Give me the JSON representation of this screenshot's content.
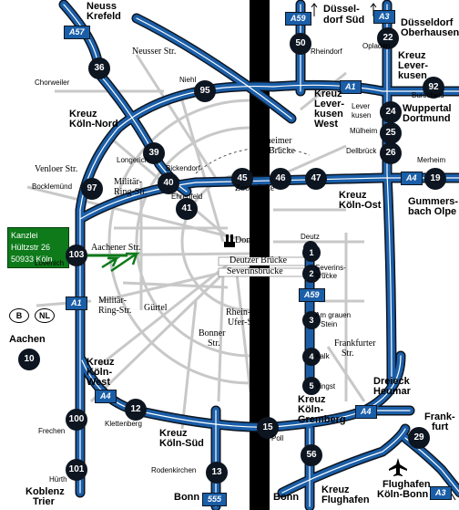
{
  "office": {
    "line1": "Kanzlei",
    "line2": "Hültzstr 26",
    "line3": "50933 Köln"
  },
  "road_shields": {
    "a57": "A57",
    "a59_top": "A59",
    "a3_top": "A3",
    "a1_top": "A1",
    "a4_east": "A4",
    "a1_west": "A1",
    "a4_south": "A4",
    "a59_mid": "A59",
    "a4_se": "A4",
    "a555": "555",
    "a3_bottom": "A3"
  },
  "exits": {
    "e36": "36",
    "e95": "95",
    "e97": "97",
    "e39": "39",
    "e40": "40",
    "e41": "41",
    "e45": "45",
    "e46": "46",
    "e47": "47",
    "e103": "103",
    "e10": "10",
    "e12": "12",
    "e100": "100",
    "e101": "101",
    "e13": "13",
    "e15": "15",
    "e56": "56",
    "e50": "50",
    "e22": "22",
    "e92": "92",
    "e24": "24",
    "e25": "25",
    "e26": "26",
    "e19": "19",
    "e29": "29",
    "s1": "1",
    "s2": "2",
    "s3": "3",
    "s4": "4",
    "s5": "5"
  },
  "borders": {
    "b": "B",
    "nl": "NL"
  },
  "labels": {
    "neuss": "Neuss",
    "krefeld": "Krefeld",
    "dus1": "Düssel-",
    "dus2": "dorf Süd",
    "dob1": "Düsseldorf",
    "dob2": "Oberhausen",
    "neusser_str": "Neusser Str.",
    "rheindorf": "Rheindorf",
    "opladen": "Opladen",
    "chorweiler": "Chorweiler",
    "niehl": "Niehl",
    "kkn1": "Kreuz",
    "kkn2": "Köln-Nord",
    "klw1": "Kreuz",
    "klw2": "Lever-",
    "klw3": "kusen",
    "klw4": "West",
    "kl1": "Kreuz",
    "kl2": "Lever-",
    "kl3": "kusen",
    "burscheid": "Burscheid",
    "wup1": "Wuppertal",
    "wup2": "Dortmund",
    "lev1": "Lever",
    "lev2": "kusen",
    "mulheim": "Mülheim",
    "dellbruck": "Dellbrück",
    "longerich": "Longerich",
    "bickendorf": "Bickendorf",
    "venloer": "Venloer Str.",
    "bocklemund": "Bocklemünd",
    "militar1": "Militär-",
    "militar2": "Ring-Str.",
    "ehrenfeld": "Ehrenfeld",
    "mhb1": "Mülheimer",
    "mhb2": "Brücke",
    "zoobrucke": "Zoobrücke",
    "merheim": "Merheim",
    "kko1": "Kreuz",
    "kko2": "Köln-Ost",
    "gum1": "Gummers-",
    "gum2": "bach Olpe",
    "aachener": "Aachener Str.",
    "domhbf": "Dom Hbf",
    "deutz": "Deutz",
    "lovenich": "Lövenich",
    "deutzer": "Deutzer Brücke",
    "severins": "Severinsbrücke",
    "sev1": "Severins-",
    "sev2": "brücke",
    "aachen": "Aachen",
    "mil2a": "Militär-",
    "mil2b": "Ring-Str.",
    "gurtel": "Gürtel",
    "rhein1": "Rhein-",
    "rhein2": "Ufer-Str.",
    "grau1": "Am grauen",
    "grau2": "Stein",
    "bonner1": "Bonner",
    "bonner2": "Str.",
    "frank1": "Frankfurter",
    "frank2": "Str.",
    "kalk": "Kalk",
    "kkw1": "Kreuz",
    "kkw2": "Köln-",
    "kkw3": "West",
    "vingst": "Vingst",
    "dh1": "Dreieck",
    "dh2": "Heumar",
    "kkg1": "Kreuz",
    "kkg2": "Köln-",
    "kkg3": "Gremberg",
    "klettenberg": "Klettenberg",
    "ff1": "Frank-",
    "ff2": "furt",
    "frechen": "Frechen",
    "kks1": "Kreuz",
    "kks2": "Köln-Süd",
    "poll": "Poll",
    "rodenkirchen": "Rodenkirchen",
    "hurth": "Hürth",
    "kob1": "Koblenz",
    "kob2": "Trier",
    "bonn1": "Bonn",
    "bonn2": "Bonn",
    "kf1": "Kreuz",
    "kf2": "Flughafen",
    "fkb1": "Flughafen",
    "fkb2": "Köln-Bonn"
  },
  "icons": {
    "arrow": "up-arrow-icon",
    "plane": "airplane-icon",
    "church": "cathedral-icon"
  },
  "colors": {
    "motorway": "#1a5ea8",
    "motorway_dark": "#0d1520",
    "office": "#0e7a1a",
    "route_arrow": "#0e7a1a",
    "street": "#c8c8c8",
    "rhine": "#000000"
  }
}
